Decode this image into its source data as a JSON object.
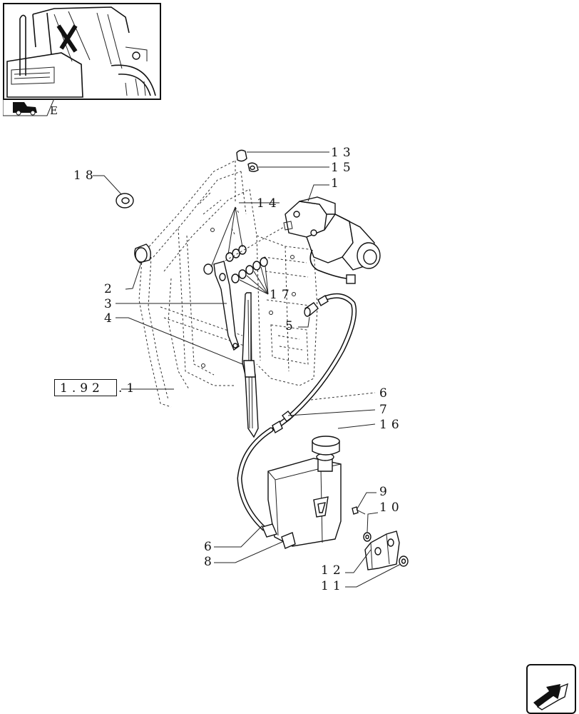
{
  "diagram": {
    "callouts": {
      "c1": "1",
      "c2": "2",
      "c3": "3",
      "c4": "4",
      "c5": "5",
      "c6a": "6",
      "c6b": "6",
      "c7": "7",
      "c8": "8",
      "c9": "9",
      "c10": "10",
      "c11": "11",
      "c12": "12",
      "c13": "13",
      "c14": "14",
      "c15": "15",
      "c16": "16",
      "c17": "17",
      "c18": "18"
    },
    "reference": {
      "boxed": "1.92",
      "suffix": ".1"
    },
    "thumbnail_code": "E"
  },
  "icons": {
    "thumbnail": "tractor-cab-thumbnail-icon",
    "tab": "tractor-tab-icon",
    "nav": "arrow-next-page-icon"
  }
}
